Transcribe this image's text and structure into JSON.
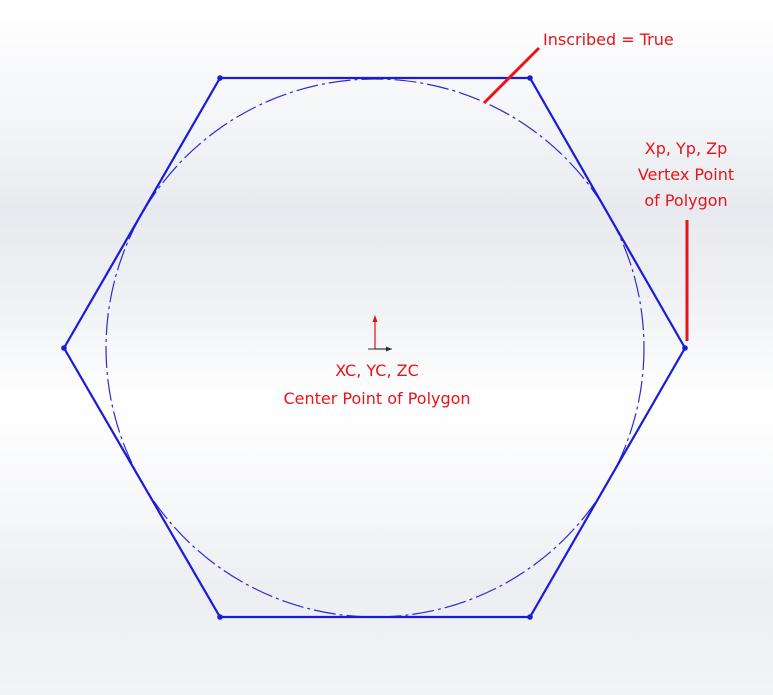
{
  "annotations": {
    "inscribed": "Inscribed = True",
    "vertex": {
      "line1": "Xp, Yp, Zp",
      "line2": "Vertex Point",
      "line3": "of Polygon"
    },
    "center": {
      "line1": "XC, YC, ZC",
      "line2": "Center Point of Polygon"
    }
  },
  "colors": {
    "polygon": "#1a1adb",
    "circle": "#2a2ad6",
    "annotation": "#e8141b"
  }
}
